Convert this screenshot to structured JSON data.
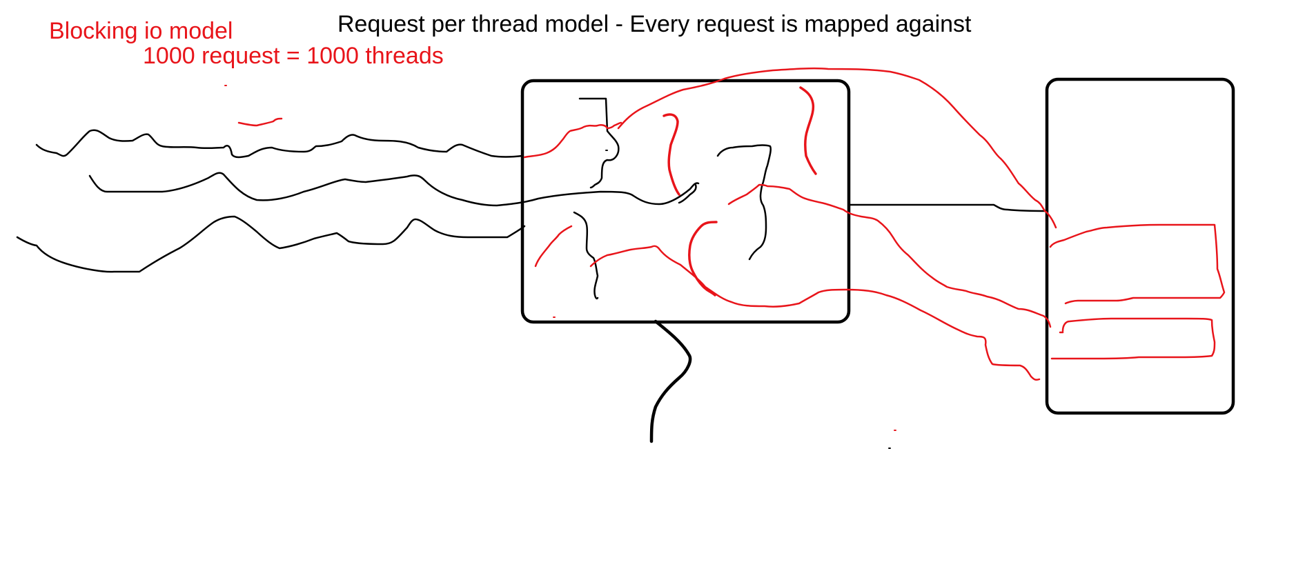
{
  "annotations": {
    "blocking_label": "Blocking io model",
    "thread_count_label": "1000 request  = 1000 threads",
    "main_label": "Request per thread model  - Every request is mapped against"
  },
  "colors": {
    "ink": "#000000",
    "marker": "#e8141a",
    "background": "#ffffff"
  }
}
